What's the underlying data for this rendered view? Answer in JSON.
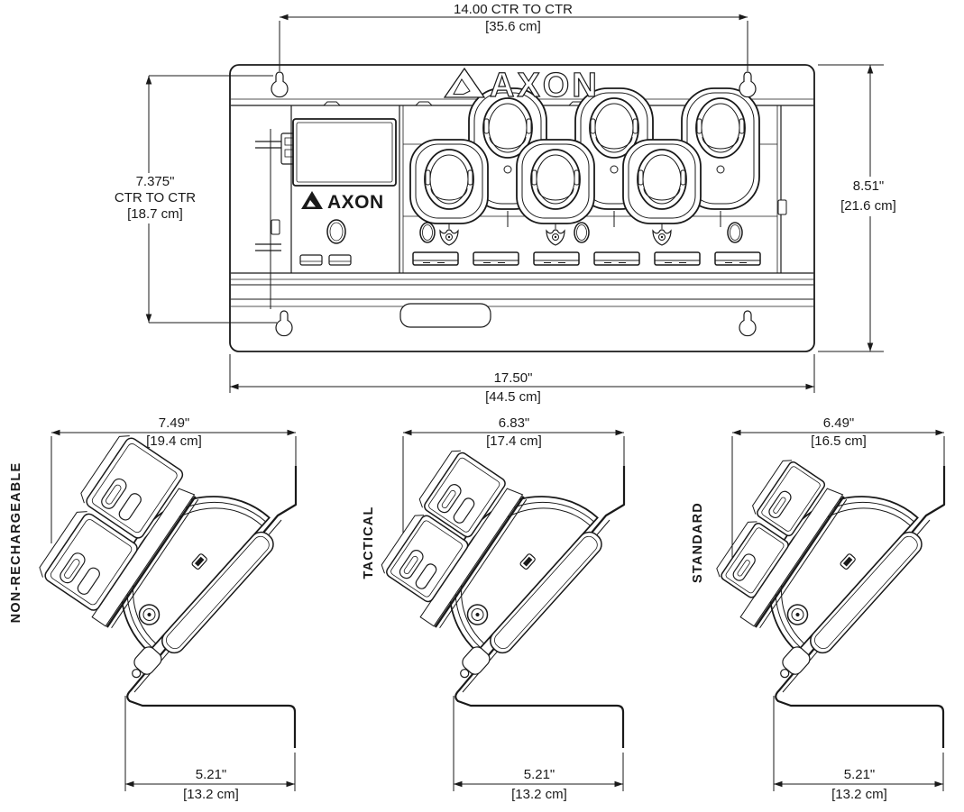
{
  "brand": {
    "logo_text": "AXON"
  },
  "top_view": {
    "dim_top": {
      "l1": "14.00 CTR TO CTR",
      "l2": "[35.6 cm]"
    },
    "dim_left": {
      "l1": "7.375\"",
      "l2": "CTR TO CTR",
      "l3": "[18.7 cm]"
    },
    "dim_right": {
      "l1": "8.51\"",
      "l2": "[21.6 cm]"
    },
    "dim_bottom": {
      "l1": "17.50\"",
      "l2": "[44.5 cm]"
    }
  },
  "side_views": [
    {
      "label": "NON-RECHARGEABLE",
      "dim_top": {
        "l1": "7.49\"",
        "l2": "[19.4 cm]"
      },
      "dim_bottom": {
        "l1": "5.21\"",
        "l2": "[13.2 cm]"
      }
    },
    {
      "label": "TACTICAL",
      "dim_top": {
        "l1": "6.83\"",
        "l2": "[17.4 cm]"
      },
      "dim_bottom": {
        "l1": "5.21\"",
        "l2": "[13.2 cm]"
      }
    },
    {
      "label": "STANDARD",
      "dim_top": {
        "l1": "6.49\"",
        "l2": "[16.5 cm]"
      },
      "dim_bottom": {
        "l1": "5.21\"",
        "l2": "[13.2 cm]"
      }
    }
  ]
}
